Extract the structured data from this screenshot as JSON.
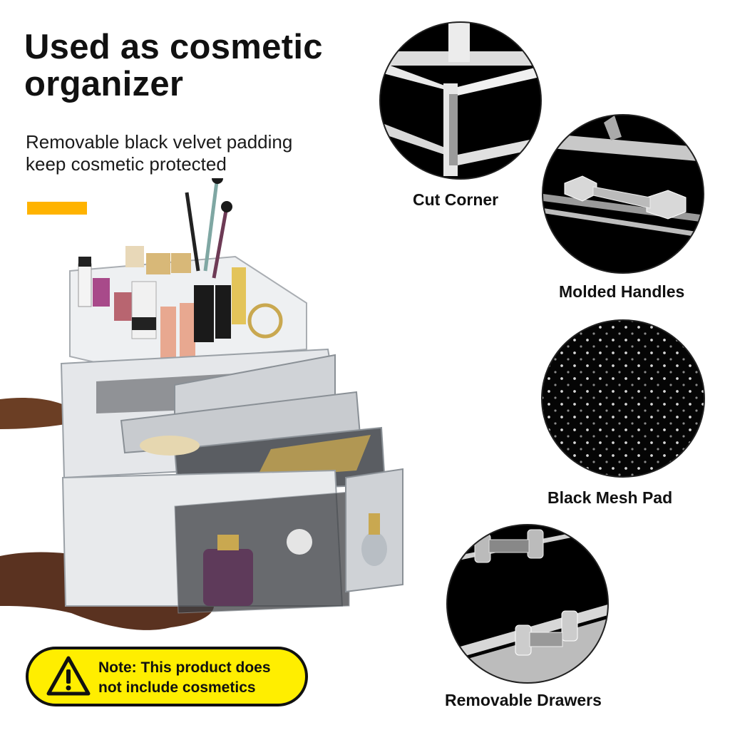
{
  "headline": {
    "line1": "Used as cosmetic",
    "line2": "organizer"
  },
  "subline": {
    "line1": "Removable black velvet padding",
    "line2": "keep cosmetic protected"
  },
  "accent_color": "#ffb300",
  "product_image": {
    "alt": "clear acrylic cosmetic organizer with drawers held by hands",
    "icon": "product-photo"
  },
  "features": [
    {
      "label": "Cut Corner",
      "icon": "cut-corner-closeup"
    },
    {
      "label": "Molded Handles",
      "icon": "molded-handle-closeup"
    },
    {
      "label": "Black Mesh Pad",
      "icon": "mesh-pad-closeup"
    },
    {
      "label": "Removable Drawers",
      "icon": "drawer-closeup"
    }
  ],
  "note": {
    "icon": "warning-triangle",
    "line1": "Note: This product does",
    "line2": "not include cosmetics",
    "background": "#ffee00"
  }
}
